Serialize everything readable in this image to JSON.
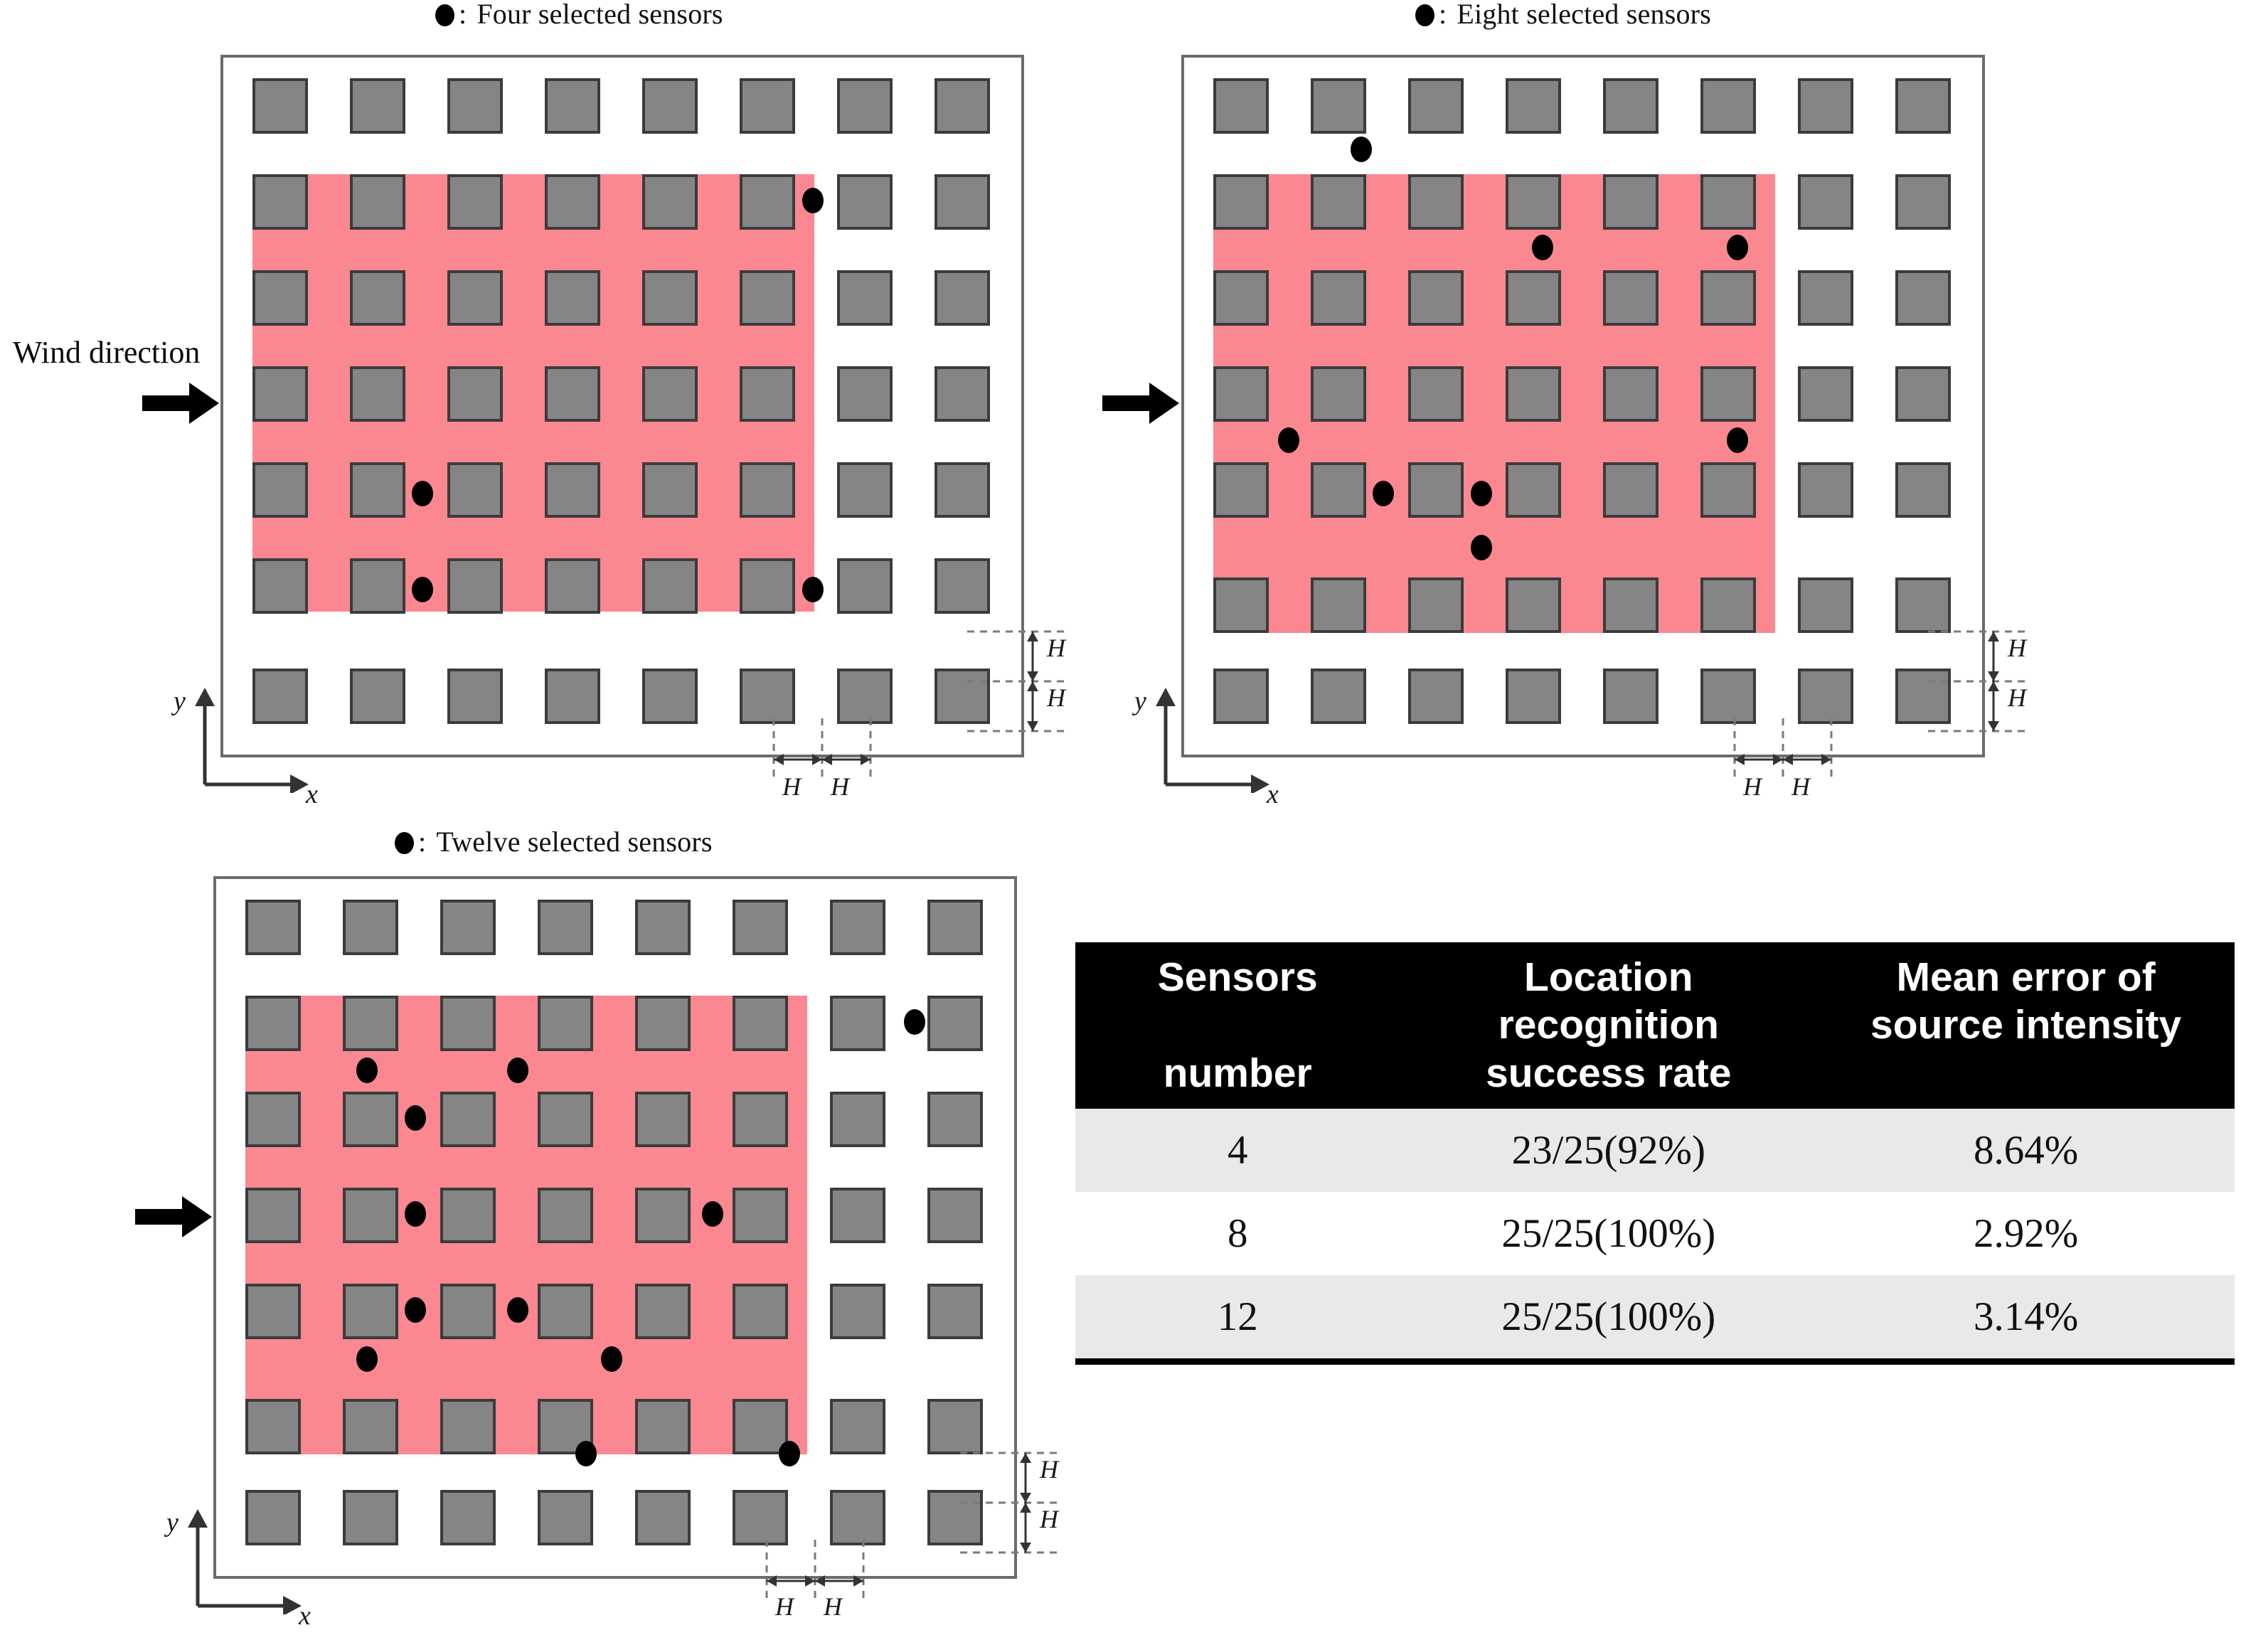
{
  "figure": {
    "wind_label": "Wind direction",
    "axis_x_label": "x",
    "axis_y_label": "y",
    "dim_label": "H",
    "colon": ":",
    "colors": {
      "plume": "#fb8791",
      "building": "#858585",
      "building_border": "#3b3b3b",
      "frame": "#6b6b6b",
      "sensor": "#000000",
      "table_header_bg": "#000000",
      "table_alt_row_bg": "#e9e9e9"
    }
  },
  "panels": [
    {
      "id": "panel-four",
      "legend": "Four selected sensors",
      "sensor_count": 4,
      "grid": {
        "cols": 8,
        "rows": 7
      },
      "plume_region": {
        "cols": [
          1,
          6
        ],
        "rows": [
          2,
          6
        ]
      },
      "sensors": [
        {
          "col": 6.62,
          "row": 2.0
        },
        {
          "col": 2.62,
          "row": 5.0
        },
        {
          "col": 2.62,
          "row": 6.0
        },
        {
          "col": 6.62,
          "row": 6.0
        }
      ]
    },
    {
      "id": "panel-eight",
      "legend": "Eight selected sensors",
      "sensor_count": 8,
      "grid": {
        "cols": 8,
        "rows": 7
      },
      "plume_region": {
        "cols": [
          1,
          6
        ],
        "rows": [
          2,
          6
        ]
      },
      "sensors": [
        {
          "col": 2.0,
          "row": 1.52
        },
        {
          "col": 4.12,
          "row": 2.48
        },
        {
          "col": 6.12,
          "row": 2.48
        },
        {
          "col": 1.35,
          "row": 4.48
        },
        {
          "col": 6.12,
          "row": 4.48
        },
        {
          "col": 2.62,
          "row": 5.0
        },
        {
          "col": 3.62,
          "row": 5.0
        },
        {
          "col": 3.62,
          "row": 5.52
        }
      ]
    },
    {
      "id": "panel-twelve",
      "legend": "Twelve selected sensors",
      "sensor_count": 12,
      "grid": {
        "cols": 8,
        "rows": 7
      },
      "plume_region": {
        "cols": [
          1,
          6
        ],
        "rows": [
          2,
          6
        ]
      },
      "sensors": [
        {
          "col": 7.62,
          "row": 2.0
        },
        {
          "col": 2.12,
          "row": 2.48
        },
        {
          "col": 3.75,
          "row": 2.48
        },
        {
          "col": 2.62,
          "row": 3.0
        },
        {
          "col": 2.62,
          "row": 4.0
        },
        {
          "col": 5.95,
          "row": 4.0
        },
        {
          "col": 2.62,
          "row": 5.0
        },
        {
          "col": 3.75,
          "row": 5.0
        },
        {
          "col": 2.12,
          "row": 5.52
        },
        {
          "col": 4.78,
          "row": 5.52
        },
        {
          "col": 4.5,
          "row": 6.55
        },
        {
          "col": 6.6,
          "row": 6.55
        }
      ]
    }
  ],
  "results_table": {
    "headers": [
      {
        "line1": "Sensors",
        "line2": "number"
      },
      {
        "line1": "Location",
        "line2": "recognition",
        "line3": "success rate"
      },
      {
        "line1": "Mean error of",
        "line2": "source intensity"
      }
    ],
    "rows": [
      {
        "sensors_number": "4",
        "location_recognition_success_rate": "23/25(92%)",
        "mean_error_of_source_intensity": "8.64%"
      },
      {
        "sensors_number": "8",
        "location_recognition_success_rate": "25/25(100%)",
        "mean_error_of_source_intensity": "2.92%"
      },
      {
        "sensors_number": "12",
        "location_recognition_success_rate": "25/25(100%)",
        "mean_error_of_source_intensity": "3.14%"
      }
    ]
  }
}
